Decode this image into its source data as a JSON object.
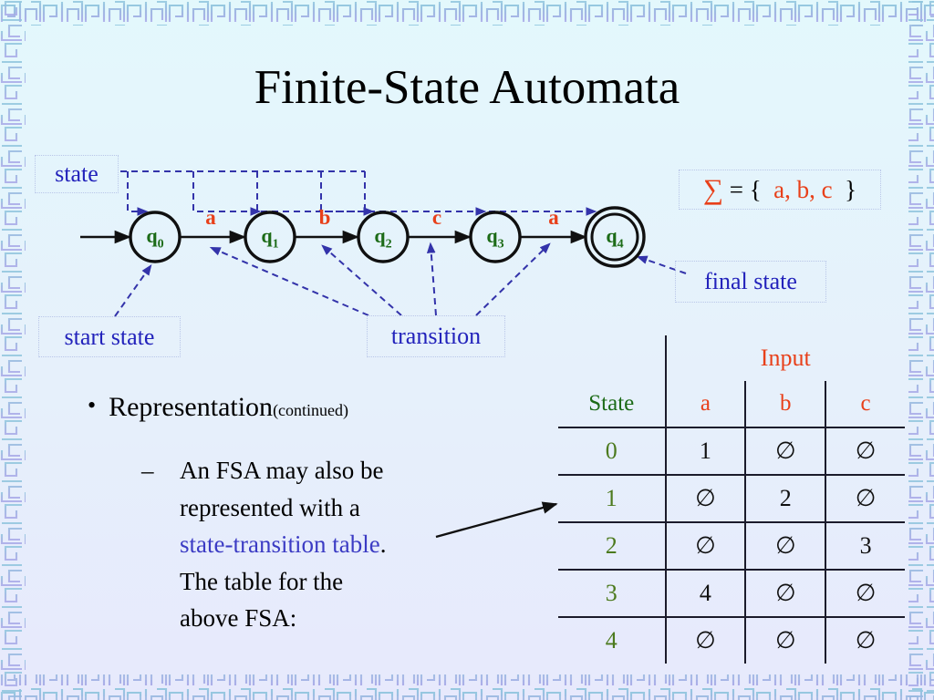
{
  "slide": {
    "title": "Finite-State Automata",
    "background_top": "#e3f8fc",
    "background_bottom": "#e7e9fc",
    "border_color": "#9ab4e0"
  },
  "callouts": {
    "state": "state",
    "start_state": "start state",
    "transition": "transition",
    "final_state": "final state",
    "color": "#2222bb"
  },
  "alphabet": {
    "symbol": "∑",
    "equals": " = {  ",
    "members": "a, b, c",
    "close": "  }",
    "accent": "#e8401a"
  },
  "automaton": {
    "states": [
      {
        "label": "q",
        "sub": "0",
        "final": false
      },
      {
        "label": "q",
        "sub": "1",
        "final": false
      },
      {
        "label": "q",
        "sub": "2",
        "final": false
      },
      {
        "label": "q",
        "sub": "3",
        "final": false
      },
      {
        "label": "q",
        "sub": "4",
        "final": true
      }
    ],
    "transition_labels": [
      "a",
      "b",
      "c",
      "a"
    ],
    "state_color": "#1c6b17",
    "label_color": "#e8401a",
    "pointer_color": "#3333aa"
  },
  "content": {
    "bullet_main": "Representation",
    "bullet_main_paren": "(continued)",
    "sub_dash": "–",
    "sub_line_1": "An FSA may also be",
    "sub_line_2": "represented with a",
    "sub_link": "state-transition table",
    "sub_line_3": ". ",
    "sub_line_4": "The table for the",
    "sub_line_5": "above FSA:",
    "link_color": "#3b3bc4"
  },
  "chart_data": {
    "type": "table",
    "title": "Input",
    "row_header": "State",
    "columns": [
      "a",
      "b",
      "c"
    ],
    "rows": [
      {
        "state": "0",
        "values": [
          "1",
          "∅",
          "∅"
        ]
      },
      {
        "state": "1",
        "values": [
          "∅",
          "2",
          "∅"
        ]
      },
      {
        "state": "2",
        "values": [
          "∅",
          "∅",
          "3"
        ]
      },
      {
        "state": "3",
        "values": [
          "4",
          "∅",
          "∅"
        ]
      },
      {
        "state": "4",
        "values": [
          "∅",
          "∅",
          "∅"
        ]
      }
    ]
  }
}
